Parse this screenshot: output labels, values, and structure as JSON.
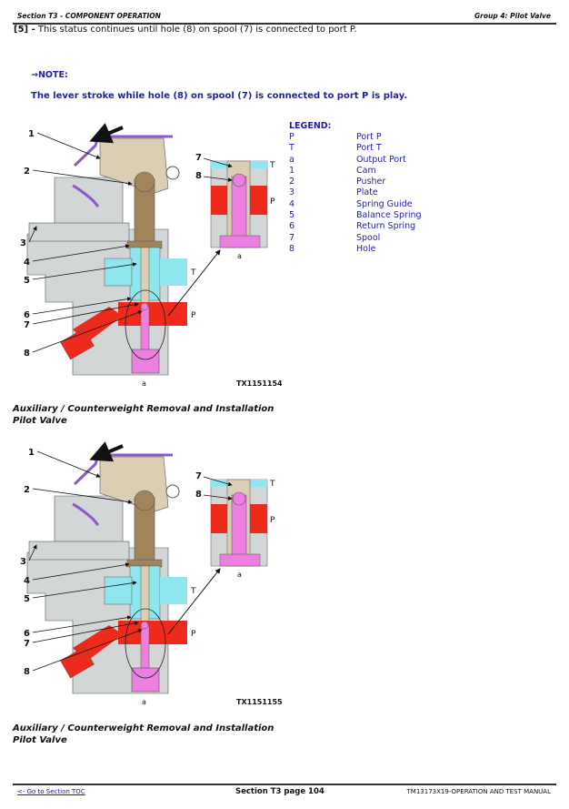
{
  "header": {
    "section": "Section T3 - COMPONENT OPERATION",
    "group": "Group 4: Pilot Valve"
  },
  "step": {
    "number": "[5] -",
    "text": " This status continues until hole (8) on spool (7) is connected to port P."
  },
  "note": {
    "label": "→NOTE:",
    "text": "The lever stroke while hole (8) on spool (7) is connected to port P is play."
  },
  "legend": {
    "title": "LEGEND:",
    "items": [
      {
        "key": "P",
        "value": "Port P"
      },
      {
        "key": "T",
        "value": "Port T"
      },
      {
        "key": "a",
        "value": "Output Port"
      },
      {
        "key": "1",
        "value": "Cam"
      },
      {
        "key": "2",
        "value": "Pusher"
      },
      {
        "key": "3",
        "value": "Plate"
      },
      {
        "key": "4",
        "value": "Spring Guide"
      },
      {
        "key": "5",
        "value": "Balance Spring"
      },
      {
        "key": "6",
        "value": "Return Spring"
      },
      {
        "key": "7",
        "value": "Spool"
      },
      {
        "key": "8",
        "value": "Hole"
      }
    ]
  },
  "figures": [
    {
      "id": "TX1151154",
      "caption": "Auxiliary / Counterweight Removal and Installation Pilot Valve",
      "callouts": [
        "1",
        "2",
        "3",
        "4",
        "5",
        "6",
        "7",
        "8"
      ],
      "port_labels": {
        "T": "T",
        "P": "P",
        "a": "a"
      },
      "inset_labels": {
        "seven": "7",
        "eight": "8",
        "T": "T",
        "P": "P",
        "a": "a"
      }
    },
    {
      "id": "TX1151155",
      "caption": "Auxiliary / Counterweight Removal and Installation Pilot Valve",
      "callouts": [
        "1",
        "2",
        "3",
        "4",
        "5",
        "6",
        "7",
        "8"
      ],
      "port_labels": {
        "T": "T",
        "P": "P",
        "a": "a"
      },
      "inset_labels": {
        "seven": "7",
        "eight": "8",
        "T": "T",
        "P": "P",
        "a": "a"
      }
    }
  ],
  "colors": {
    "body_gray": "#d3d6d6",
    "cam_tan": "#dccdb5",
    "pusher_brown": "#a0845c",
    "tank_cyan": "#8fe6ee",
    "pressure_red": "#ee2a1c",
    "spool_pink": "#ec7fe0",
    "lever_purple": "#8a5ac8",
    "legend_blue": "#1f1fa8"
  },
  "footer": {
    "toc_link": "<- Go to Section TOC",
    "page": "Section T3 page 104",
    "manual": "TM13173X19-OPERATION AND TEST MANUAL"
  }
}
